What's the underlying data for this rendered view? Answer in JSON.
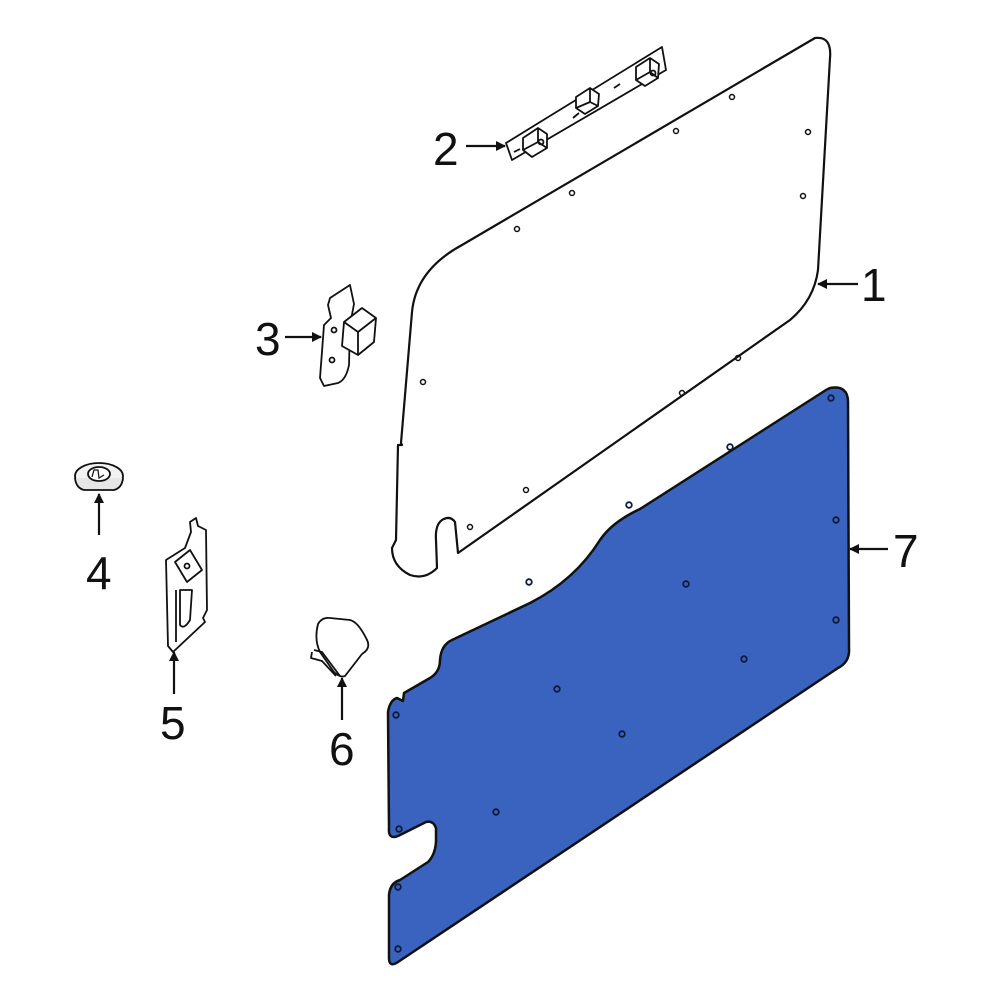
{
  "diagram": {
    "type": "exploded-parts-diagram",
    "highlight_color": "#3a63c0",
    "outline_color": "#111111",
    "background": "#ffffff",
    "highlighted_part": "7",
    "parts": [
      {
        "callout": "1",
        "description": "upper door trim panel (outline)"
      },
      {
        "callout": "2",
        "description": "mounting bracket strip with clips"
      },
      {
        "callout": "3",
        "description": "bracket with block clip"
      },
      {
        "callout": "4",
        "description": "round push-pin retainer"
      },
      {
        "callout": "5",
        "description": "vertical mounting bracket"
      },
      {
        "callout": "6",
        "description": "clip cap"
      },
      {
        "callout": "7",
        "description": "lower door trim panel (highlighted blue)"
      }
    ]
  },
  "callouts": {
    "c1": "1",
    "c2": "2",
    "c3": "3",
    "c4": "4",
    "c5": "5",
    "c6": "6",
    "c7": "7"
  }
}
